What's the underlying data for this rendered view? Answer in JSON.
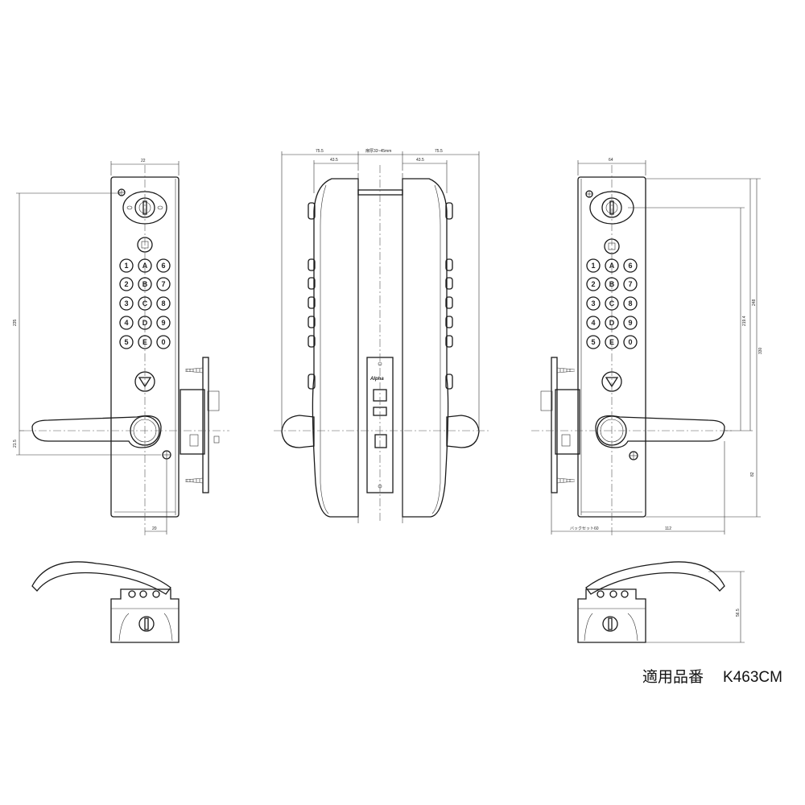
{
  "product_label": {
    "caption": "適用品番",
    "model_number": "K463CM"
  },
  "front_view": {
    "dimensions": {
      "width_top": "22",
      "height_keypad": "235",
      "handle_offset": "21.5",
      "bottom_offset": "20"
    },
    "keypad_keys": [
      "1",
      "A",
      "6",
      "2",
      "B",
      "7",
      "3",
      "C",
      "8",
      "4",
      "D",
      "9",
      "5",
      "E",
      "0"
    ],
    "close_key": "□"
  },
  "side_view": {
    "dimensions": {
      "left_total": "75.5",
      "left_inner": "43.5",
      "door_thickness": "扉厚33~45mm",
      "right_inner": "43.5",
      "right_total": "75.5"
    },
    "latch_brand": "Alpha"
  },
  "back_view": {
    "dimensions": {
      "width_top": "64",
      "height_total": "330",
      "height_upper": "248",
      "height_mid": "219.4",
      "height_lower": "82",
      "backset": "バックセット60",
      "handle_length": "112"
    },
    "keypad_keys": [
      "1",
      "A",
      "6",
      "2",
      "B",
      "7",
      "3",
      "C",
      "8",
      "4",
      "D",
      "9",
      "5",
      "E",
      "0"
    ],
    "close_key": "□"
  },
  "lever_detail_right": {
    "dimensions": {
      "height": "56.5"
    }
  }
}
